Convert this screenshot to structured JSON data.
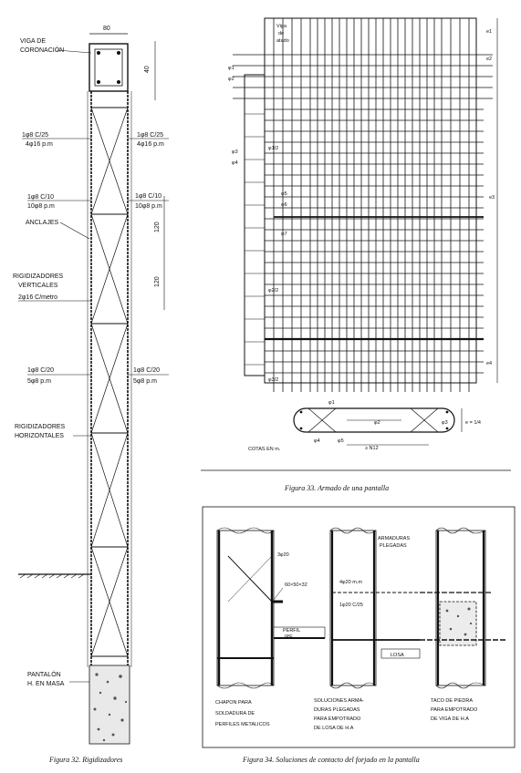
{
  "fig32": {
    "dim_top": "80",
    "viga": [
      "VIGA DE",
      "CORONACIÓN"
    ],
    "side_dims": [
      "40",
      "120",
      "120"
    ],
    "left_labels": [
      {
        "a": "1φ8 C/25",
        "b": "4φ16 p.m"
      },
      {
        "a": "1φ8 C/10",
        "b": "10φ8 p.m"
      },
      {
        "a": "ANCLAJES",
        "b": ""
      },
      {
        "a": "RIGIDIZADORES",
        "b": "VERTICALES"
      },
      {
        "a": "2φ16 C/metro",
        "b": ""
      },
      {
        "a": "1φ8 C/20",
        "b": "5φ8 p.m"
      },
      {
        "a": "RIGIDIZADORES",
        "b": "HORIZONTALES"
      }
    ],
    "right_labels": [
      {
        "a": "1φ8 C/25",
        "b": "4φ16 p.m"
      },
      {
        "a": "1φ8 C/10",
        "b": "10φ8 p.m"
      },
      {
        "a": "1φ8 C/20",
        "b": "5φ8 p.m"
      }
    ],
    "pantalon": [
      "PANTALÓN",
      "H. EN MASA"
    ],
    "caption": "Figura 32. Rigidizadores"
  },
  "fig33": {
    "top_label": [
      "Viga",
      "de",
      "atado"
    ],
    "phi_labels": [
      "φ1",
      "φ2",
      "φ3",
      "φ4",
      "φ5",
      "φ6",
      "φ7"
    ],
    "side_marks": [
      "e1",
      "e2",
      "e3",
      "e4"
    ],
    "left_marks": [
      "φ1/2",
      "φ2/2",
      "φ3/2"
    ],
    "cotas": "COTAS EN m.",
    "section_labels": [
      "φ1",
      "φ2",
      "φ3",
      "φ4",
      "φ5",
      "e = 1/4"
    ],
    "section_dim": "≥ N12",
    "caption": "Figura 33. Armado de una pantalla"
  },
  "fig34": {
    "notes_top": [
      "ARMADURAS",
      "PLEGADAS"
    ],
    "anchor": "3φ20",
    "steel": "60×50×32",
    "rebar1": "4φ20 m.m",
    "rebar2": "1φ20 C/25",
    "perfil": [
      "PERFIL",
      "IPE"
    ],
    "losa": "LOSA",
    "captions_left": [
      "CHAPON PARA",
      "SOLDADURA DE",
      "PERFILES METALICOS"
    ],
    "captions_mid": [
      "SOLUCIONES ARMA-",
      "DURAS PLEGADAS",
      "PARA EMPOTRADO",
      "DE LOSA DE H.A"
    ],
    "captions_right": [
      "TACO DE PIEDRA",
      "PARA EMPOTRADO",
      "DE VIGA DE H.A"
    ],
    "caption": "Figura 34. Soluciones de contacto del forjado en la pantalla"
  }
}
